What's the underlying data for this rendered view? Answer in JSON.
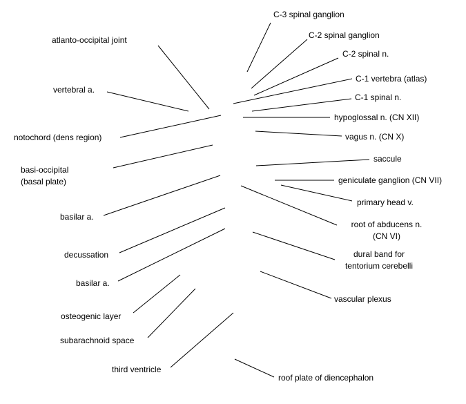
{
  "diagram": {
    "labels": {
      "c3_spinal_ganglion": "C-3 spinal ganglion",
      "c2_spinal_ganglion": "C-2 spinal ganglion",
      "c2_spinal_n": "C-2 spinal n.",
      "c1_vertebra": "C-1 vertebra (atlas)",
      "c1_spinal_n": "C-1 spinal n.",
      "hypoglossal_n": "hypoglossal n. (CN XII)",
      "vagus_n": "vagus n. (CN X)",
      "saccule": "saccule",
      "geniculate_ganglion": "geniculate ganglion (CN VII)",
      "primary_head_v": "primary head v.",
      "root_abducens_1": "root of abducens n.",
      "root_abducens_2": "(CN VI)",
      "dural_band_1": "dural band for",
      "dural_band_2": "tentorium cerebelli",
      "vascular_plexus": "vascular plexus",
      "roof_plate": "roof plate of diencephalon",
      "atlanto_occipital_joint": "atlanto-occipital joint",
      "vertebral_a": "vertebral a.",
      "notochord": "notochord (dens region)",
      "basi_occipital_1": "basi-occipital",
      "basi_occipital_2": "(basal plate)",
      "basilar_a_upper": "basilar a.",
      "decussation": "decussation",
      "basilar_a_lower": "basilar a.",
      "osteogenic_layer": "osteogenic layer",
      "subarachnoid_space": "subarachnoid space",
      "third_ventricle": "third ventricle"
    },
    "line_color": "#000000",
    "text_color": "#000000",
    "background": "#ffffff"
  }
}
